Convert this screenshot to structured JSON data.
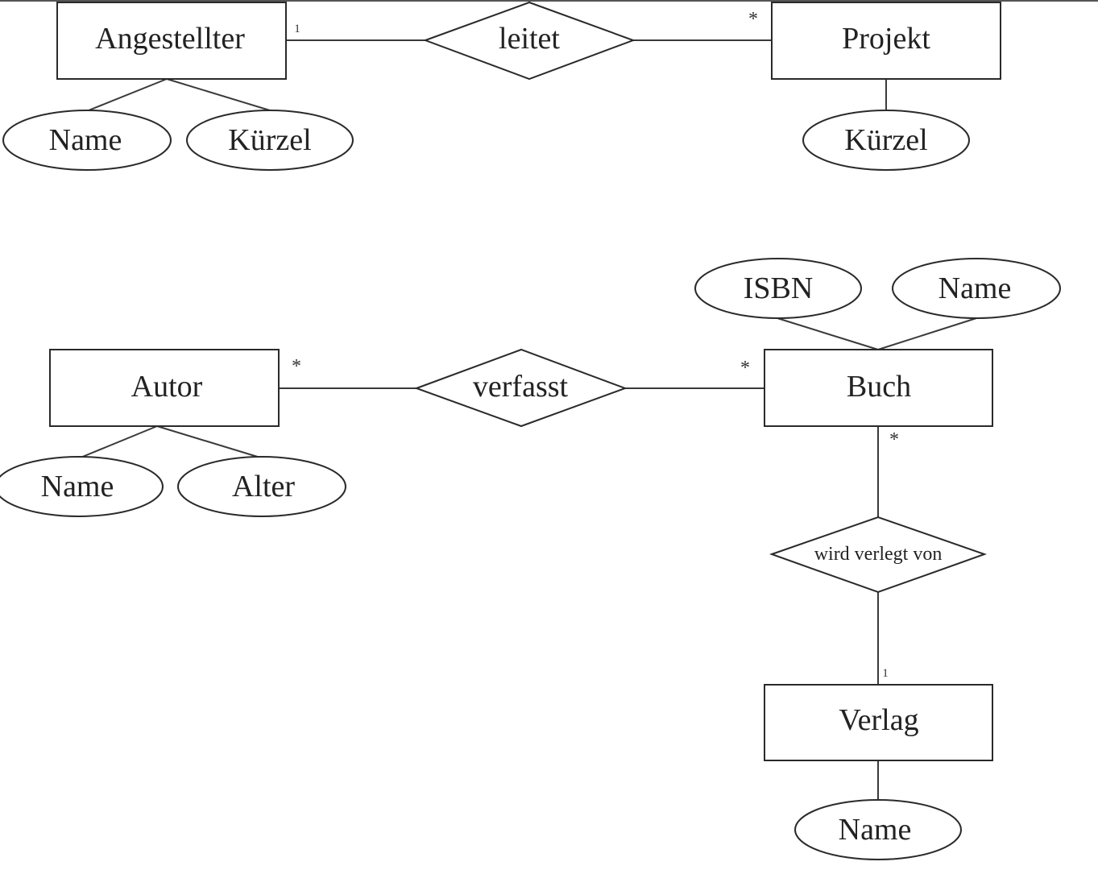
{
  "diagram": {
    "entities": {
      "angestellter": "Angestellter",
      "projekt": "Projekt",
      "autor": "Autor",
      "buch": "Buch",
      "verlag": "Verlag"
    },
    "relationships": {
      "leitet": "leitet",
      "verfasst": "verfasst",
      "wird_verlegt_von": "wird verlegt von"
    },
    "attributes": {
      "angestellter_name": "Name",
      "angestellter_kuerzel": "Kürzel",
      "projekt_kuerzel": "Kürzel",
      "buch_isbn": "ISBN",
      "buch_name": "Name",
      "autor_name": "Name",
      "autor_alter": "Alter",
      "verlag_name": "Name"
    },
    "multiplicities": {
      "angestellter_leitet": "1",
      "leitet_projekt": "*",
      "autor_verfasst": "*",
      "verfasst_buch": "*",
      "buch_verlegt": "*",
      "verlegt_verlag": "1"
    }
  }
}
